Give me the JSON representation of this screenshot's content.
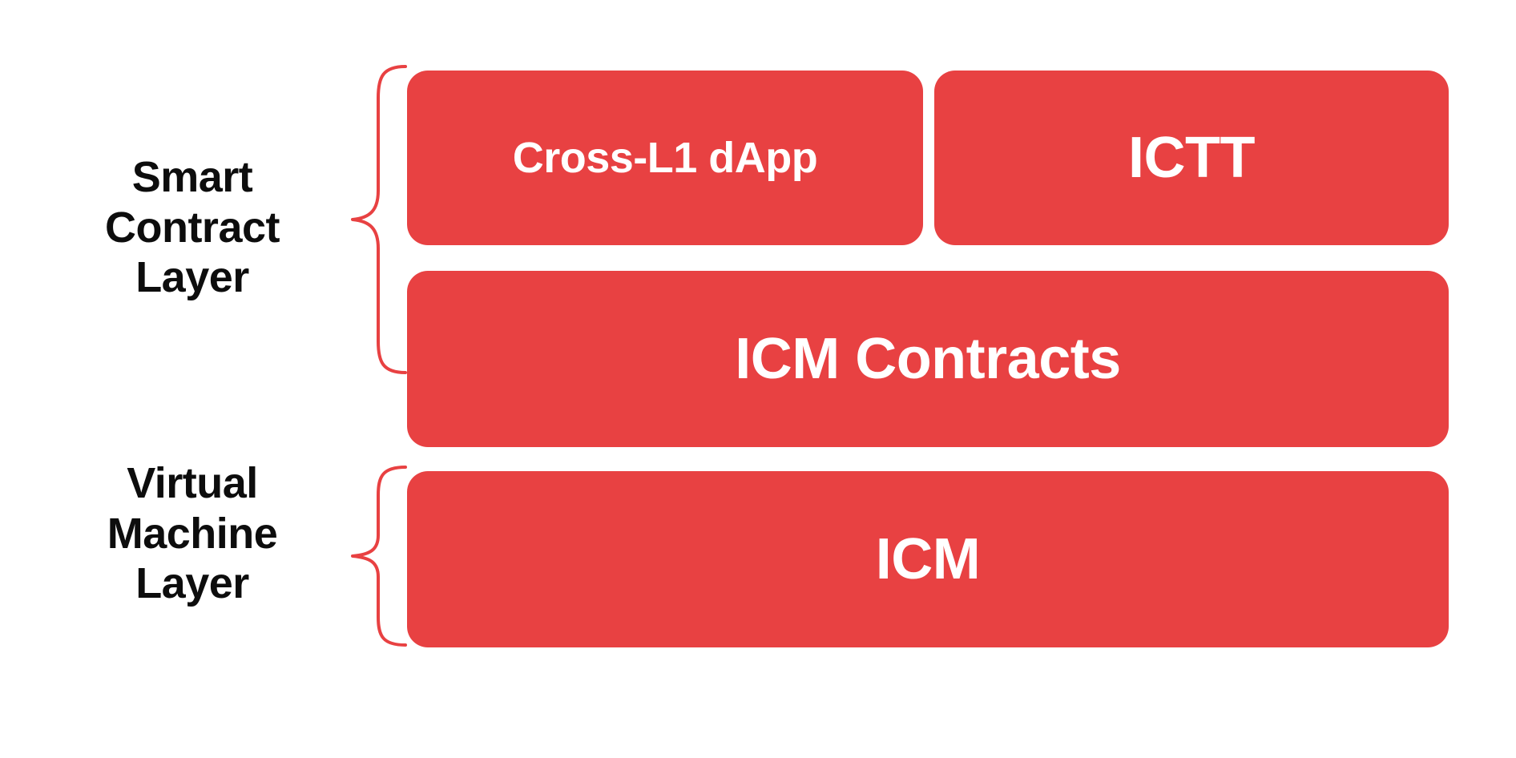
{
  "diagram": {
    "title": "Smart Contract Layer and Virtual Machine Layer stack",
    "background_color": "#ffffff",
    "accent_color": "#e84142",
    "label_color": "#0d0d0d",
    "box_text_color": "#ffffff"
  },
  "layers": [
    {
      "id": "smart-contract-layer",
      "label_lines": [
        "Smart",
        "Contract",
        "Layer"
      ],
      "brace_icon": "curly-brace-icon",
      "boxes": [
        {
          "id": "cross-l1-dapp",
          "label": "Cross-L1 dApp"
        },
        {
          "id": "ictt",
          "label": "ICTT"
        },
        {
          "id": "icm-contracts",
          "label": "ICM Contracts"
        }
      ]
    },
    {
      "id": "virtual-machine-layer",
      "label_lines": [
        "Virtual",
        "Machine",
        "Layer"
      ],
      "brace_icon": "curly-brace-icon",
      "boxes": [
        {
          "id": "icm",
          "label": "ICM"
        }
      ]
    }
  ]
}
